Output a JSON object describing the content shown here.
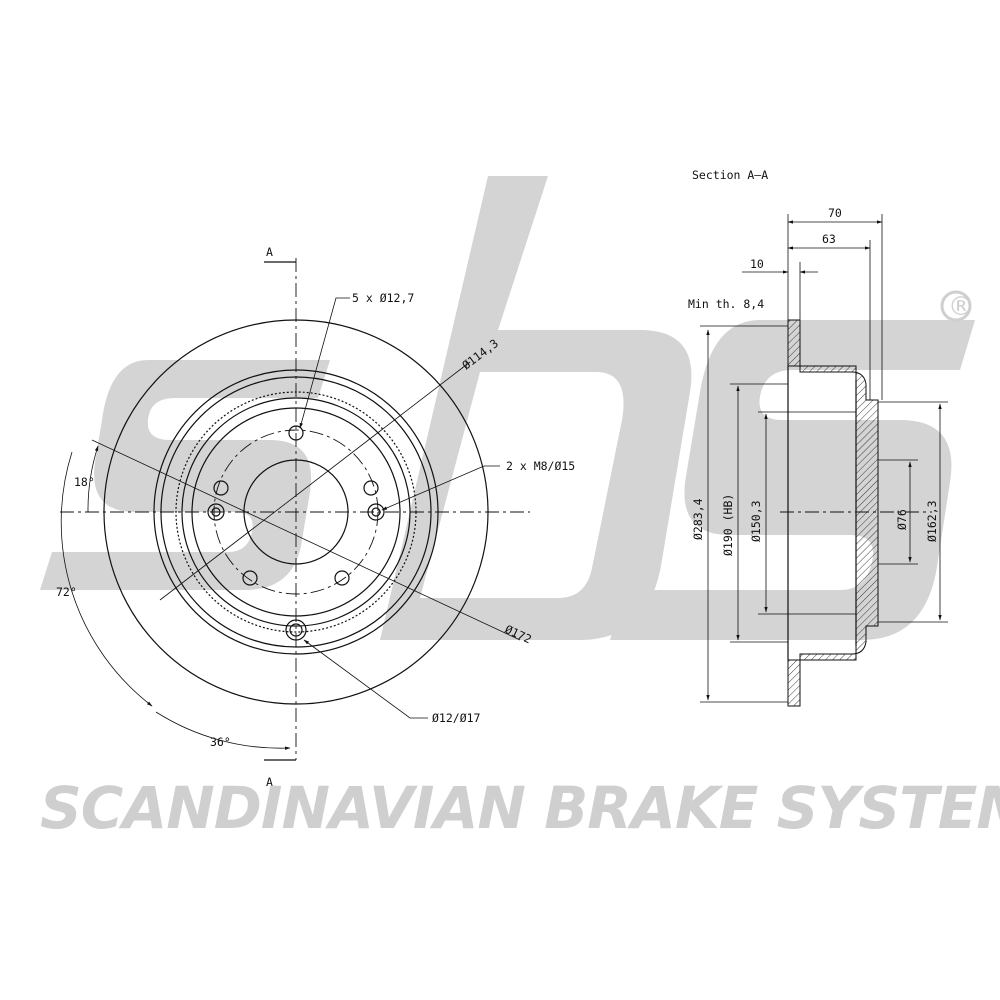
{
  "brand": {
    "logo_text": "sbs",
    "registered_mark": "®",
    "tagline": "SCANDINAVIAN BRAKE SYSTEMS"
  },
  "front_view": {
    "section_marker_top": "A",
    "section_marker_bottom": "A",
    "hole_callout": "5 x Ø12,7",
    "thread_callout": "2 x M8/Ø15",
    "pcd_label": "Ø114,3",
    "outer_ring_label": "Ø172",
    "pin_hole_label": "Ø12/Ø17",
    "angle_18": "18°",
    "angle_72": "72°",
    "angle_36": "36°"
  },
  "section_view": {
    "title": "Section A–A",
    "dim_70": "70",
    "dim_63": "63",
    "dim_10": "10",
    "min_thickness": "Min th. 8,4",
    "dia_283": "Ø283,4",
    "dia_190": "Ø190 (HB)",
    "dia_150": "Ø150,3",
    "dia_76": "Ø76",
    "dia_162": "Ø162,3"
  }
}
